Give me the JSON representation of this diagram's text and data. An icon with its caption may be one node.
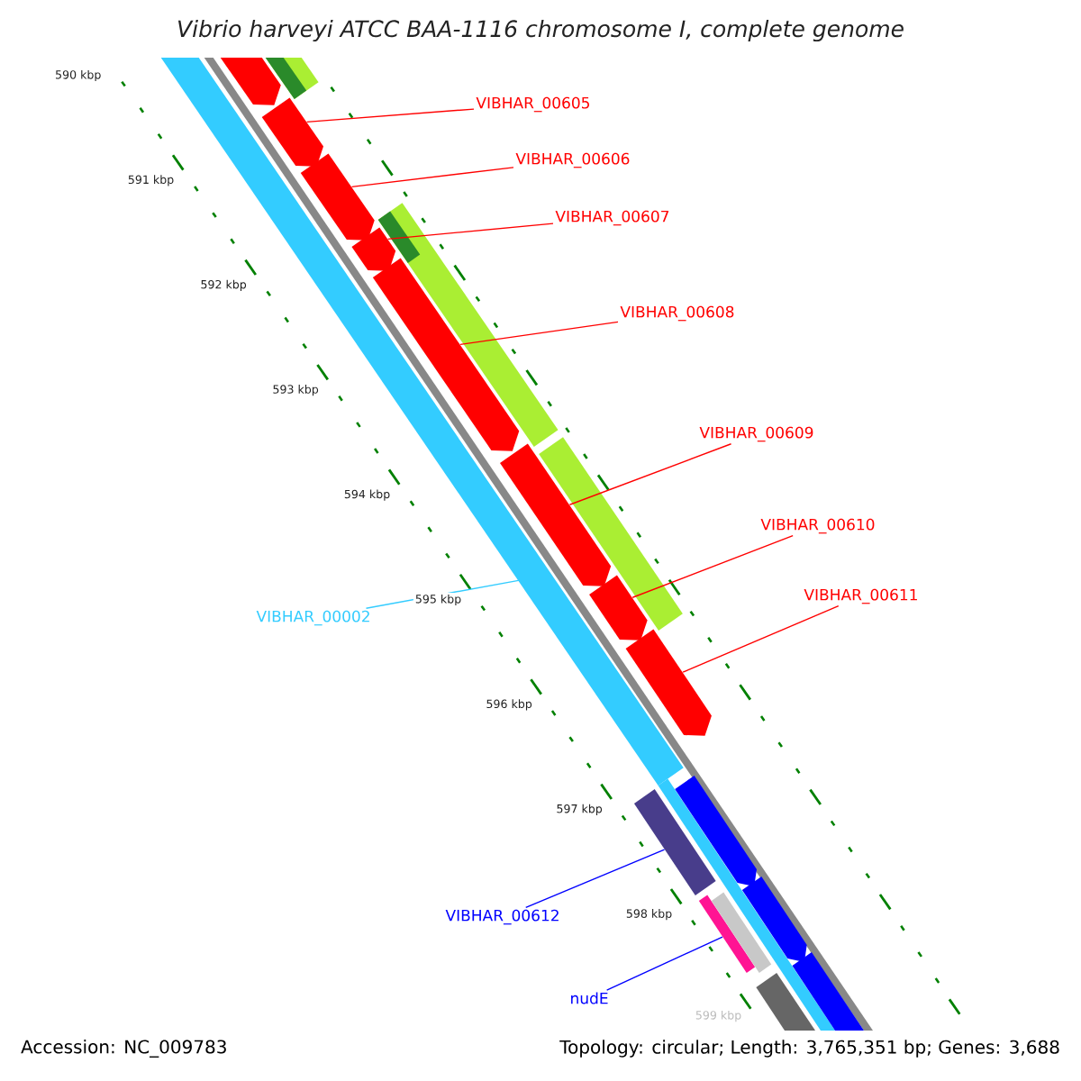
{
  "diagram": {
    "title": "Vibrio harveyi ATCC BAA-1116 chromosome I, complete genome",
    "nodes": [
      {
        "text": [
          "VIBHAR_00605"
        ]
      },
      {
        "text": [
          "VIBHAR_00606"
        ]
      },
      {
        "text": [
          "VIBHAR_00607"
        ]
      },
      {
        "text": [
          "VIBHAR_00608"
        ]
      },
      {
        "text": [
          "VIBHAR_00609"
        ]
      },
      {
        "text": [
          "VIBHAR_00610"
        ]
      },
      {
        "text": [
          "VIBHAR_00611"
        ]
      },
      {
        "text": [
          "VIBHAR_00002"
        ]
      },
      {
        "text": [
          "VIBHAR_00612"
        ]
      },
      {
        "text": [
          "nudE"
        ]
      },
      {
        "text": [],
        "shape": "arrow"
      },
      {
        "text": [],
        "shape": "arrow"
      },
      {
        "text": [],
        "shape": "arrow"
      },
      {
        "text": [],
        "shape": "arrow"
      },
      {
        "text": [],
        "shape": "arrow"
      },
      {
        "text": [],
        "shape": "arrow"
      },
      {
        "text": [],
        "shape": "arrow"
      },
      {
        "text": [],
        "shape": "bar"
      },
      {
        "text": [],
        "shape": "bar"
      },
      {
        "text": [],
        "shape": "bar"
      }
    ],
    "edges": [
      {
        "from": 0,
        "to": 10,
        "arrow": "none"
      },
      {
        "from": 1,
        "to": 11,
        "arrow": "none"
      },
      {
        "from": 2,
        "to": 12,
        "arrow": "none"
      },
      {
        "from": 3,
        "to": 13,
        "arrow": "none"
      },
      {
        "from": 4,
        "to": 14,
        "arrow": "none"
      },
      {
        "from": 5,
        "to": 15,
        "arrow": "none"
      },
      {
        "from": 6,
        "to": 16,
        "arrow": "none"
      },
      {
        "from": 7,
        "to": 17,
        "arrow": "none",
        "color": "#33ccff"
      },
      {
        "from": 8,
        "to": 18,
        "arrow": "none",
        "color": "#0000ff"
      },
      {
        "from": 9,
        "to": 19,
        "arrow": "none",
        "color": "#0000ff"
      }
    ],
    "labels": [
      "590 kbp",
      "591 kbp",
      "592 kbp",
      "593 kbp",
      "594 kbp",
      "595 kbp",
      "596 kbp",
      "597 kbp",
      "598 kbp",
      "599 kbp",
      "Accession: NC_009783",
      "Topology: circular; Length: 3,765,351 bp; Genes: 3,688"
    ]
  }
}
